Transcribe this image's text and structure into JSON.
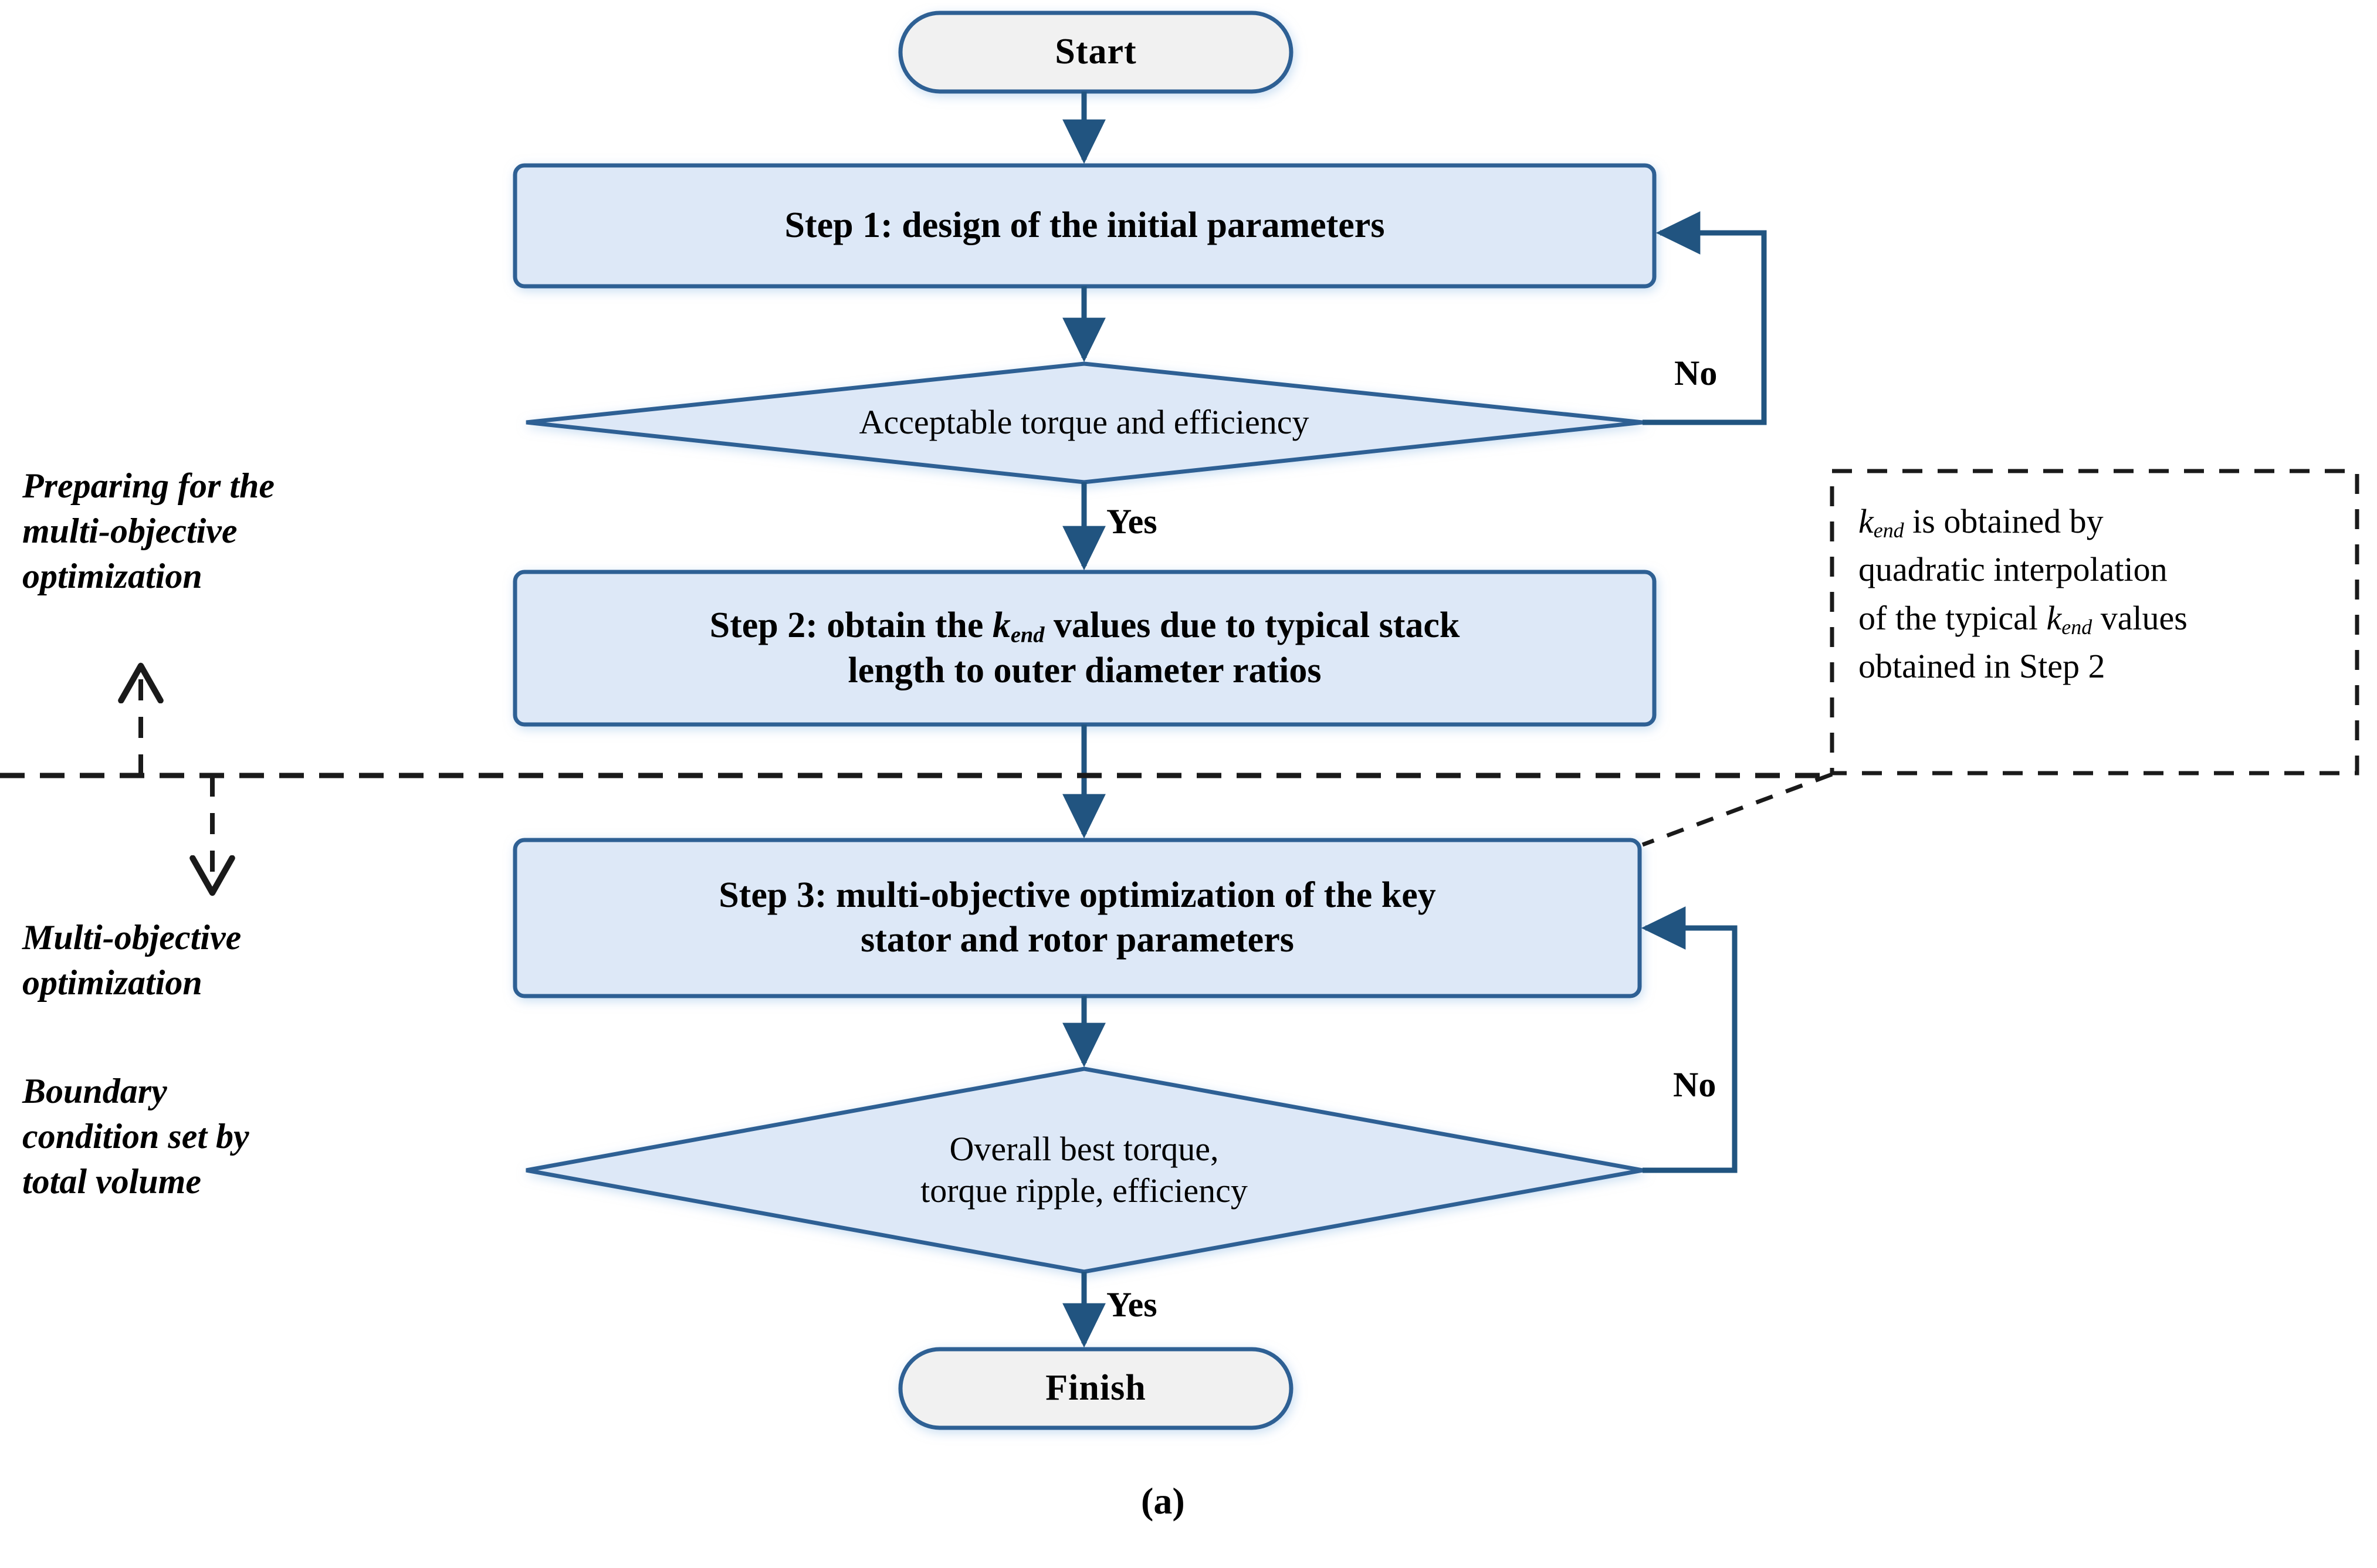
{
  "figure": {
    "caption": "(a)",
    "colors": {
      "process_fill": "#dde8f7",
      "process_stroke": "#2e6094",
      "terminal_fill": "#f1f1f1",
      "terminal_stroke": "#2e6094",
      "decision_fill": "#dde8f7",
      "decision_stroke": "#2e6094",
      "arrow": "#215480",
      "dashed": "#1a1a1a",
      "text": "#000000"
    }
  },
  "nodes": {
    "start": {
      "label": "Start",
      "type": "terminal"
    },
    "step1": {
      "label": "Step 1: design of the initial parameters",
      "type": "process"
    },
    "decision1": {
      "label": "Acceptable torque and efficiency",
      "type": "decision"
    },
    "step2": {
      "type": "process",
      "line1_pre": "Step 2: obtain the ",
      "line1_sym": "k",
      "line1_sub": "end",
      "line1_post": " values due to typical stack",
      "line2": "length to outer diameter ratios",
      "label": "Step 2: obtain the kend values due to typical stack length to outer diameter ratios"
    },
    "step3": {
      "type": "process",
      "line1": "Step 3: multi-objective optimization of the key",
      "line2": "stator and rotor parameters",
      "label": "Step 3: multi-objective optimization of the key stator and rotor parameters"
    },
    "decision2": {
      "type": "decision",
      "line1": "Overall best torque,",
      "line2": "torque ripple, efficiency",
      "label": "Overall best torque, torque ripple, efficiency"
    },
    "finish": {
      "label": "Finish",
      "type": "terminal"
    }
  },
  "edge_labels": {
    "no_1": "No",
    "yes_1": "Yes",
    "no_2": "No",
    "yes_2": "Yes"
  },
  "callout": {
    "seg1_sym": "k",
    "seg1_sub": "end",
    "seg1_text": " is obtained by",
    "seg2_text": "quadratic interpolation",
    "seg3_pre": "of the typical ",
    "seg3_sym": "k",
    "seg3_sub": "end",
    "seg3_post": " values",
    "seg4_text": "obtained in Step 2",
    "full_text": "kend is obtained by quadratic interpolation of the typical kend values obtained in Step 2"
  },
  "side_annotations": {
    "upper": "Preparing for the\nmulti-objective\noptimization",
    "middle": "Multi-objective\noptimization",
    "lower": "Boundary\ncondition set by\ntotal volume"
  }
}
